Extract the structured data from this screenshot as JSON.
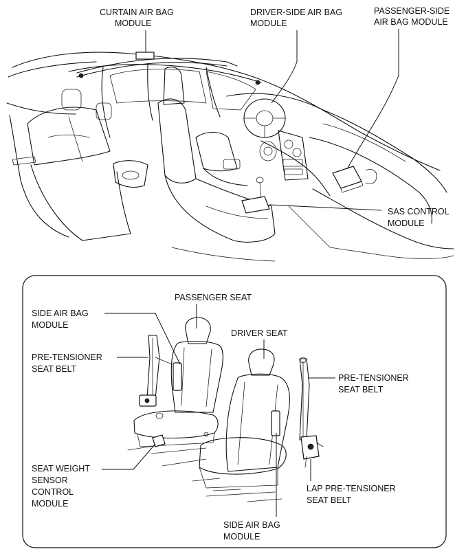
{
  "labels": {
    "curtain_airbag": [
      "CURTAIN AIR BAG",
      "MODULE"
    ],
    "driver_airbag": [
      "DRIVER-SIDE AIR BAG",
      "MODULE"
    ],
    "passenger_airbag": [
      "PASSENGER-SIDE",
      "AIR BAG MODULE"
    ],
    "sas_control": [
      "SAS CONTROL",
      "MODULE"
    ],
    "passenger_seat": [
      "PASSENGER SEAT"
    ],
    "side_airbag_left": [
      "SIDE AIR BAG",
      "MODULE"
    ],
    "driver_seat": [
      "DRIVER SEAT"
    ],
    "pretensioner_left": [
      "PRE-TENSIONER",
      "SEAT BELT"
    ],
    "pretensioner_right": [
      "PRE-TENSIONER",
      "SEAT BELT"
    ],
    "seat_weight": [
      "SEAT WEIGHT",
      "SENSOR",
      "CONTROL",
      "MODULE"
    ],
    "lap_pretensioner": [
      "LAP PRE-TENSIONER",
      "SEAT BELT"
    ],
    "side_airbag_bottom": [
      "SIDE AIR BAG",
      "MODULE"
    ]
  }
}
